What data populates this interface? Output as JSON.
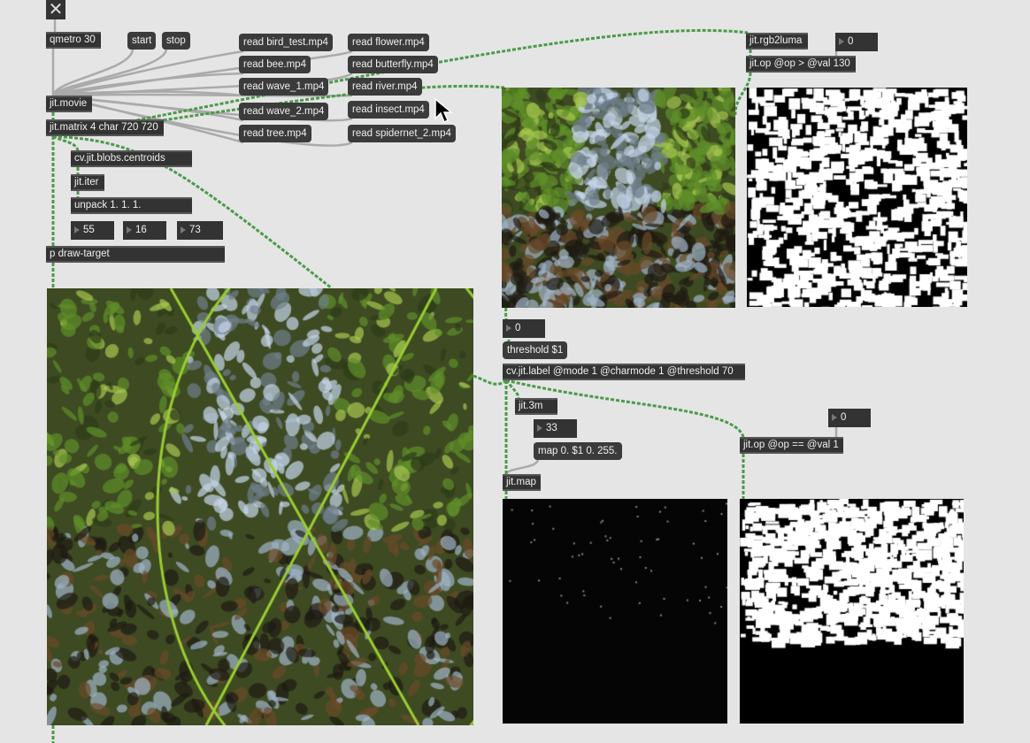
{
  "toolbar": {
    "close_icon": "close-x-icon"
  },
  "objects": {
    "qmetro": "qmetro 30",
    "jit_movie": "jit.movie",
    "jit_matrix": "jit.matrix 4 char 720 720",
    "blobs_centroids": "cv.jit.blobs.centroids",
    "jit_iter": "jit.iter",
    "unpack": "unpack 1. 1. 1.",
    "draw_target": "p draw-target",
    "rgb2luma": "jit.rgb2luma",
    "op_greater": "jit.op @op > @val 130",
    "cv_label": "cv.jit.label @mode 1 @charmode 1 @threshold 70",
    "jit_3m": "jit.3m",
    "jit_map": "jit.map",
    "op_equal": "jit.op @op == @val 1"
  },
  "messages": {
    "start": "start",
    "stop": "stop",
    "read_bird_test": "read bird_test.mp4",
    "read_flower": "read flower.mp4",
    "read_bee": "read bee.mp4",
    "read_butterfly": "read butterfly.mp4",
    "read_wave_1": "read wave_1.mp4",
    "read_river": "read river.mp4",
    "read_wave_2": "read wave_2.mp4",
    "read_insect": "read insect.mp4",
    "read_tree": "read tree.mp4",
    "read_spidernet_2": "read spidernet_2.mp4",
    "threshold": "threshold $1",
    "map": "map 0. $1 0. 255."
  },
  "numbers": {
    "unpack_x": "55",
    "unpack_y": "16",
    "unpack_z": "73",
    "luma_val": "0",
    "threshold_val": "0",
    "map_val": "33",
    "equal_val": "0"
  },
  "colors": {
    "patch_cord_matrix": "#5cb85c",
    "patch_cord_control": "#aaaaaa",
    "target_overlay": "#9acd32"
  }
}
